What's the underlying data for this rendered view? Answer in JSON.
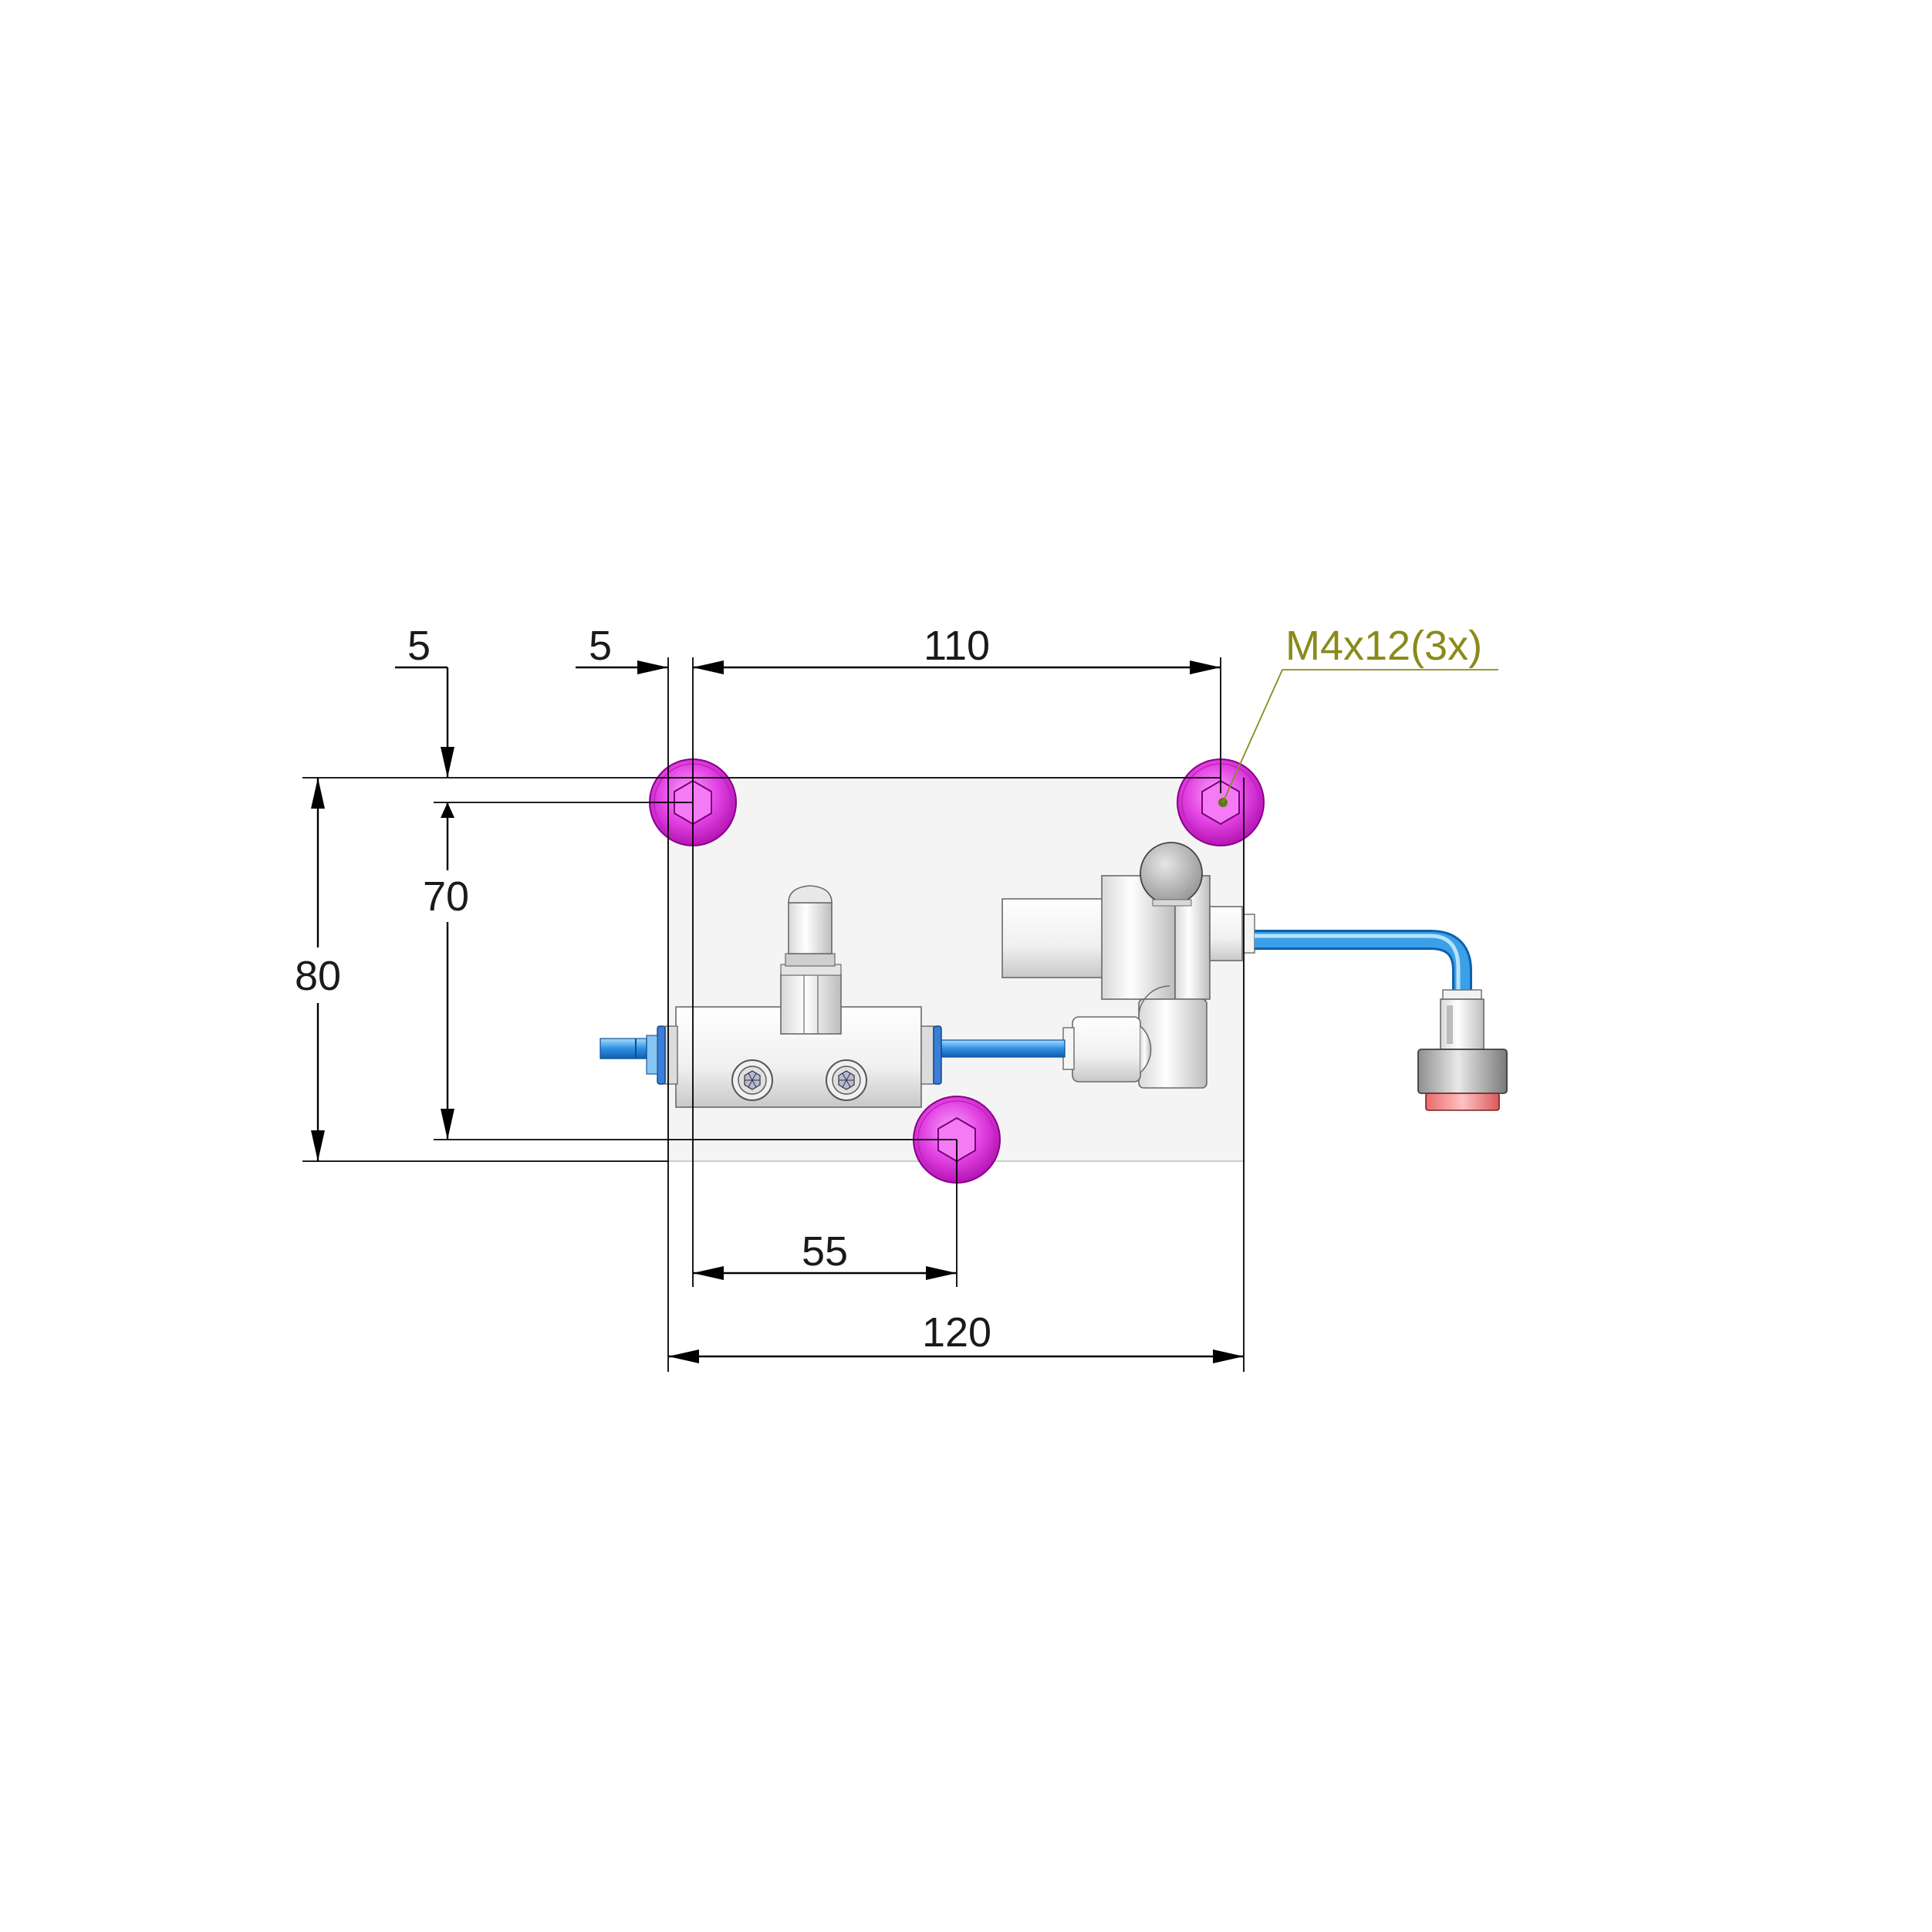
{
  "dimensions": {
    "top_left_offset": "5",
    "inner_left_offset": "5",
    "hole_spacing_x": "110",
    "hole_spacing_y": "70",
    "plate_height": "80",
    "bottom_hole_offset": "55",
    "plate_width": "120"
  },
  "callout": {
    "label": "M4x12(3x)",
    "color": "#8a8a1a"
  },
  "colors": {
    "plate": "#f4f4f4",
    "screw": "#e040e0",
    "screw_dark": "#b010b0",
    "tube": "#3aa0e8",
    "fitting": "#f2f2f2",
    "red_cap": "#f08080"
  },
  "icons": {
    "screw": "hex-socket-screw-icon",
    "set_screw": "hex-socket-icon"
  }
}
